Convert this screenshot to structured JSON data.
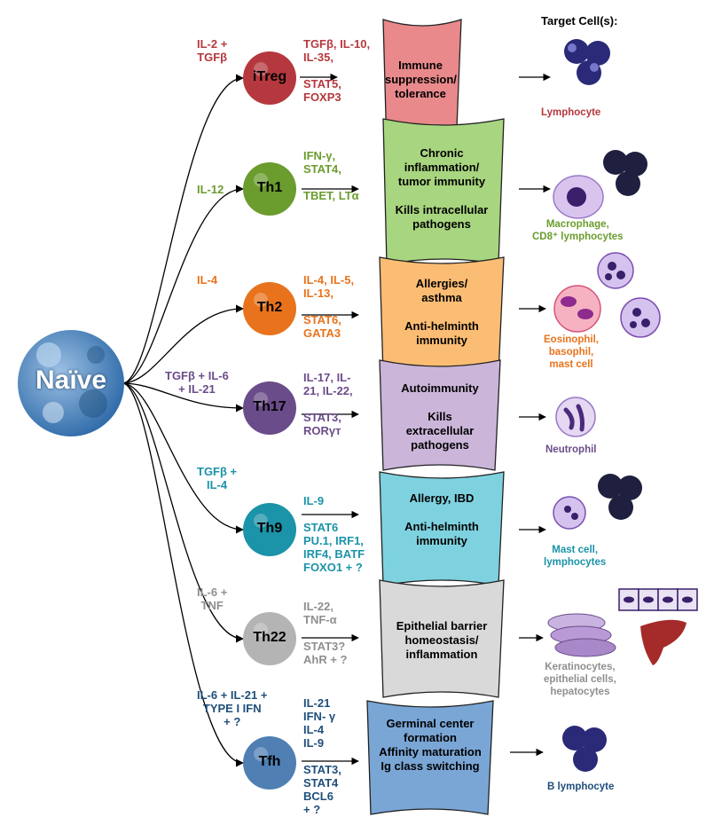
{
  "header": "Target Cell(s):",
  "naive": "Naïve",
  "rows": [
    {
      "name": "iTreg",
      "color": "#b5383e",
      "inducer": "IL-2 +\nTGFβ",
      "factors": "TGFβ, IL-10,\nIL-35,\n\nSTAT5,\nFOXP3",
      "outcome": "Immune\nsuppression/\ntolerance",
      "target": "Lymphocyte",
      "boxFill": "#e9898b",
      "cellFill": "#b5383e"
    },
    {
      "name": "Th1",
      "color": "#6b9c2e",
      "inducer": "IL-12",
      "factors": "IFN-γ,\nSTAT4,\n\nTBET, LTα",
      "outcome": "Chronic\ninflammation/\ntumor immunity\n\nKills intracellular\npathogens",
      "target": "Macrophage,\nCD8⁺ lymphocytes",
      "boxFill": "#a8d57f",
      "cellFill": "#6b9c2e"
    },
    {
      "name": "Th2",
      "color": "#e8731c",
      "inducer": "IL-4",
      "factors": "IL-4, IL-5,\nIL-13,\n\nSTAT6,\nGATA3",
      "outcome": "Allergies/\nasthma\n\nAnti-helminth\nimmunity",
      "target": "Eosinophil,\nbasophil,\nmast cell",
      "boxFill": "#fbbd73",
      "cellFill": "#e8731c"
    },
    {
      "name": "Th17",
      "color": "#6b4c8a",
      "inducer": "TGFβ + IL-6\n+ IL-21",
      "factors": "IL-17, IL-\n21, IL-22,\n\nSTAT3,\nRORγт",
      "outcome": "Autoimmunity\n\nKills\nextracellular\npathogens",
      "target": "Neutrophil",
      "boxFill": "#cbb6da",
      "cellFill": "#6b4c8a"
    },
    {
      "name": "Th9",
      "color": "#1b93a8",
      "inducer": "TGFβ +\nIL-4",
      "factors": "IL-9\n\nSTAT6\nPU.1, IRF1,\nIRF4, BATF\nFOXO1 + ?",
      "outcome": "Allergy, IBD\n\nAnti-helminth\nimmunity",
      "target": "Mast cell,\nlymphocytes",
      "boxFill": "#7ed2df",
      "cellFill": "#1b93a8"
    },
    {
      "name": "Th22",
      "color": "#8f8f8f",
      "inducer": "IL-6 +\nTNF",
      "factors": "IL-22,\nTNF-α\n\nSTAT3?\nAhR + ?",
      "outcome": "Epithelial barrier\nhomeostasis/\ninflammation",
      "target": "Keratinocytes,\nepithelial cells,\nhepatocytes",
      "boxFill": "#d9d9d9",
      "cellFill": "#b4b4b4"
    },
    {
      "name": "Tfh",
      "color": "#1f4e7a",
      "inducer": "IL-6 + IL-21 +\nTYPE I IFN\n+ ?",
      "factors": "IL-21\nIFN- γ\nIL-4\nIL-9\n\nSTAT3,\nSTAT4\nBCL6\n+ ?",
      "outcome": "Germinal center\nformation\nAffinity maturation\nIg class switching",
      "target": "B lymphocyte",
      "boxFill": "#7aa6d6",
      "cellFill": "#4f7fb3"
    }
  ],
  "icons": [
    "naive-cell-icon",
    "t-cell-icon",
    "lymphocyte-icon",
    "macrophage-icon",
    "eosinophil-icon",
    "basophil-icon",
    "mast-cell-icon",
    "neutrophil-icon",
    "keratinocyte-icon",
    "epithelial-cell-icon",
    "hepatocyte-icon",
    "arrow-icon"
  ]
}
